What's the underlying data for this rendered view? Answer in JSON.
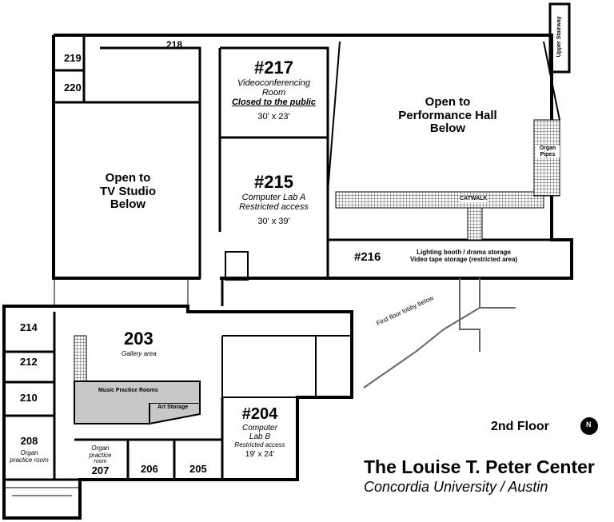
{
  "rooms": {
    "r218": "218",
    "r219": "219",
    "r220": "220",
    "tv": [
      "Open to",
      "TV Studio",
      "Below"
    ],
    "r217": {
      "num": "#217",
      "name": "Videoconferencing",
      "name2": "Room",
      "note": "Closed to the public",
      "size": "30' x 23'"
    },
    "r215": {
      "num": "#215",
      "name": "Computer Lab A",
      "note": "Restricted access",
      "size": "30' x 39'"
    },
    "hall": [
      "Open to",
      "Performance Hall",
      "Below"
    ],
    "organ": [
      "Organ",
      "Pipes"
    ],
    "upper_stairway": "Upper Stairway",
    "catwalk": "CATWALK",
    "r216": {
      "num": "#216",
      "line1": "Lighting booth / drama storage",
      "line2": "Video tape storage (restricted area)"
    },
    "lobby": "First floor lobby below",
    "r203": {
      "num": "203",
      "name": "Gallery area"
    },
    "music": "Music Practice Rooms",
    "art": "Art Storage",
    "r214": "214",
    "r212": "212",
    "r210": "210",
    "r208": {
      "num": "208",
      "name": "Organ",
      "name2": "practice room"
    },
    "r207": {
      "num": "207",
      "name": "Organ",
      "name2": "practice",
      "name3": "room"
    },
    "r206": "206",
    "r205": "205",
    "r204": {
      "num": "#204",
      "name": "Computer",
      "name2": "Lab B",
      "note": "Restricted access",
      "size": "19' x 24'"
    }
  },
  "floor_label": "2nd Floor",
  "compass": "N",
  "title": "The Louise T. Peter Center",
  "subtitle": "Concordia University / Austin"
}
